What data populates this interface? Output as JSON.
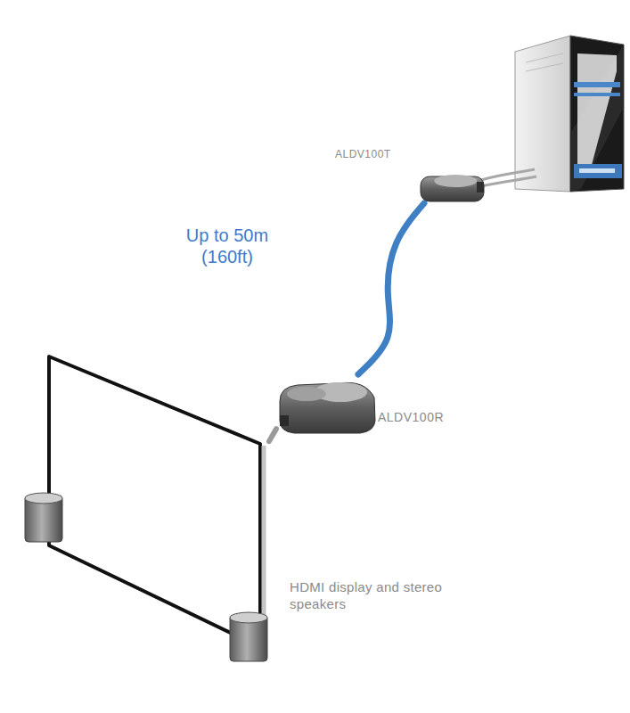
{
  "diagram": {
    "nodes": [
      {
        "text": [
          "ALDV100T"
        ]
      },
      {
        "text": [
          "ALDV100R"
        ]
      },
      {
        "text": [
          "HDMI display and stereo speakers"
        ]
      }
    ],
    "edges": [
      {
        "from": 0,
        "to": 1,
        "arrow": "none",
        "label": "Up to 50m (160ft)"
      },
      {
        "from": 1,
        "to": 2,
        "arrow": "none"
      }
    ]
  }
}
